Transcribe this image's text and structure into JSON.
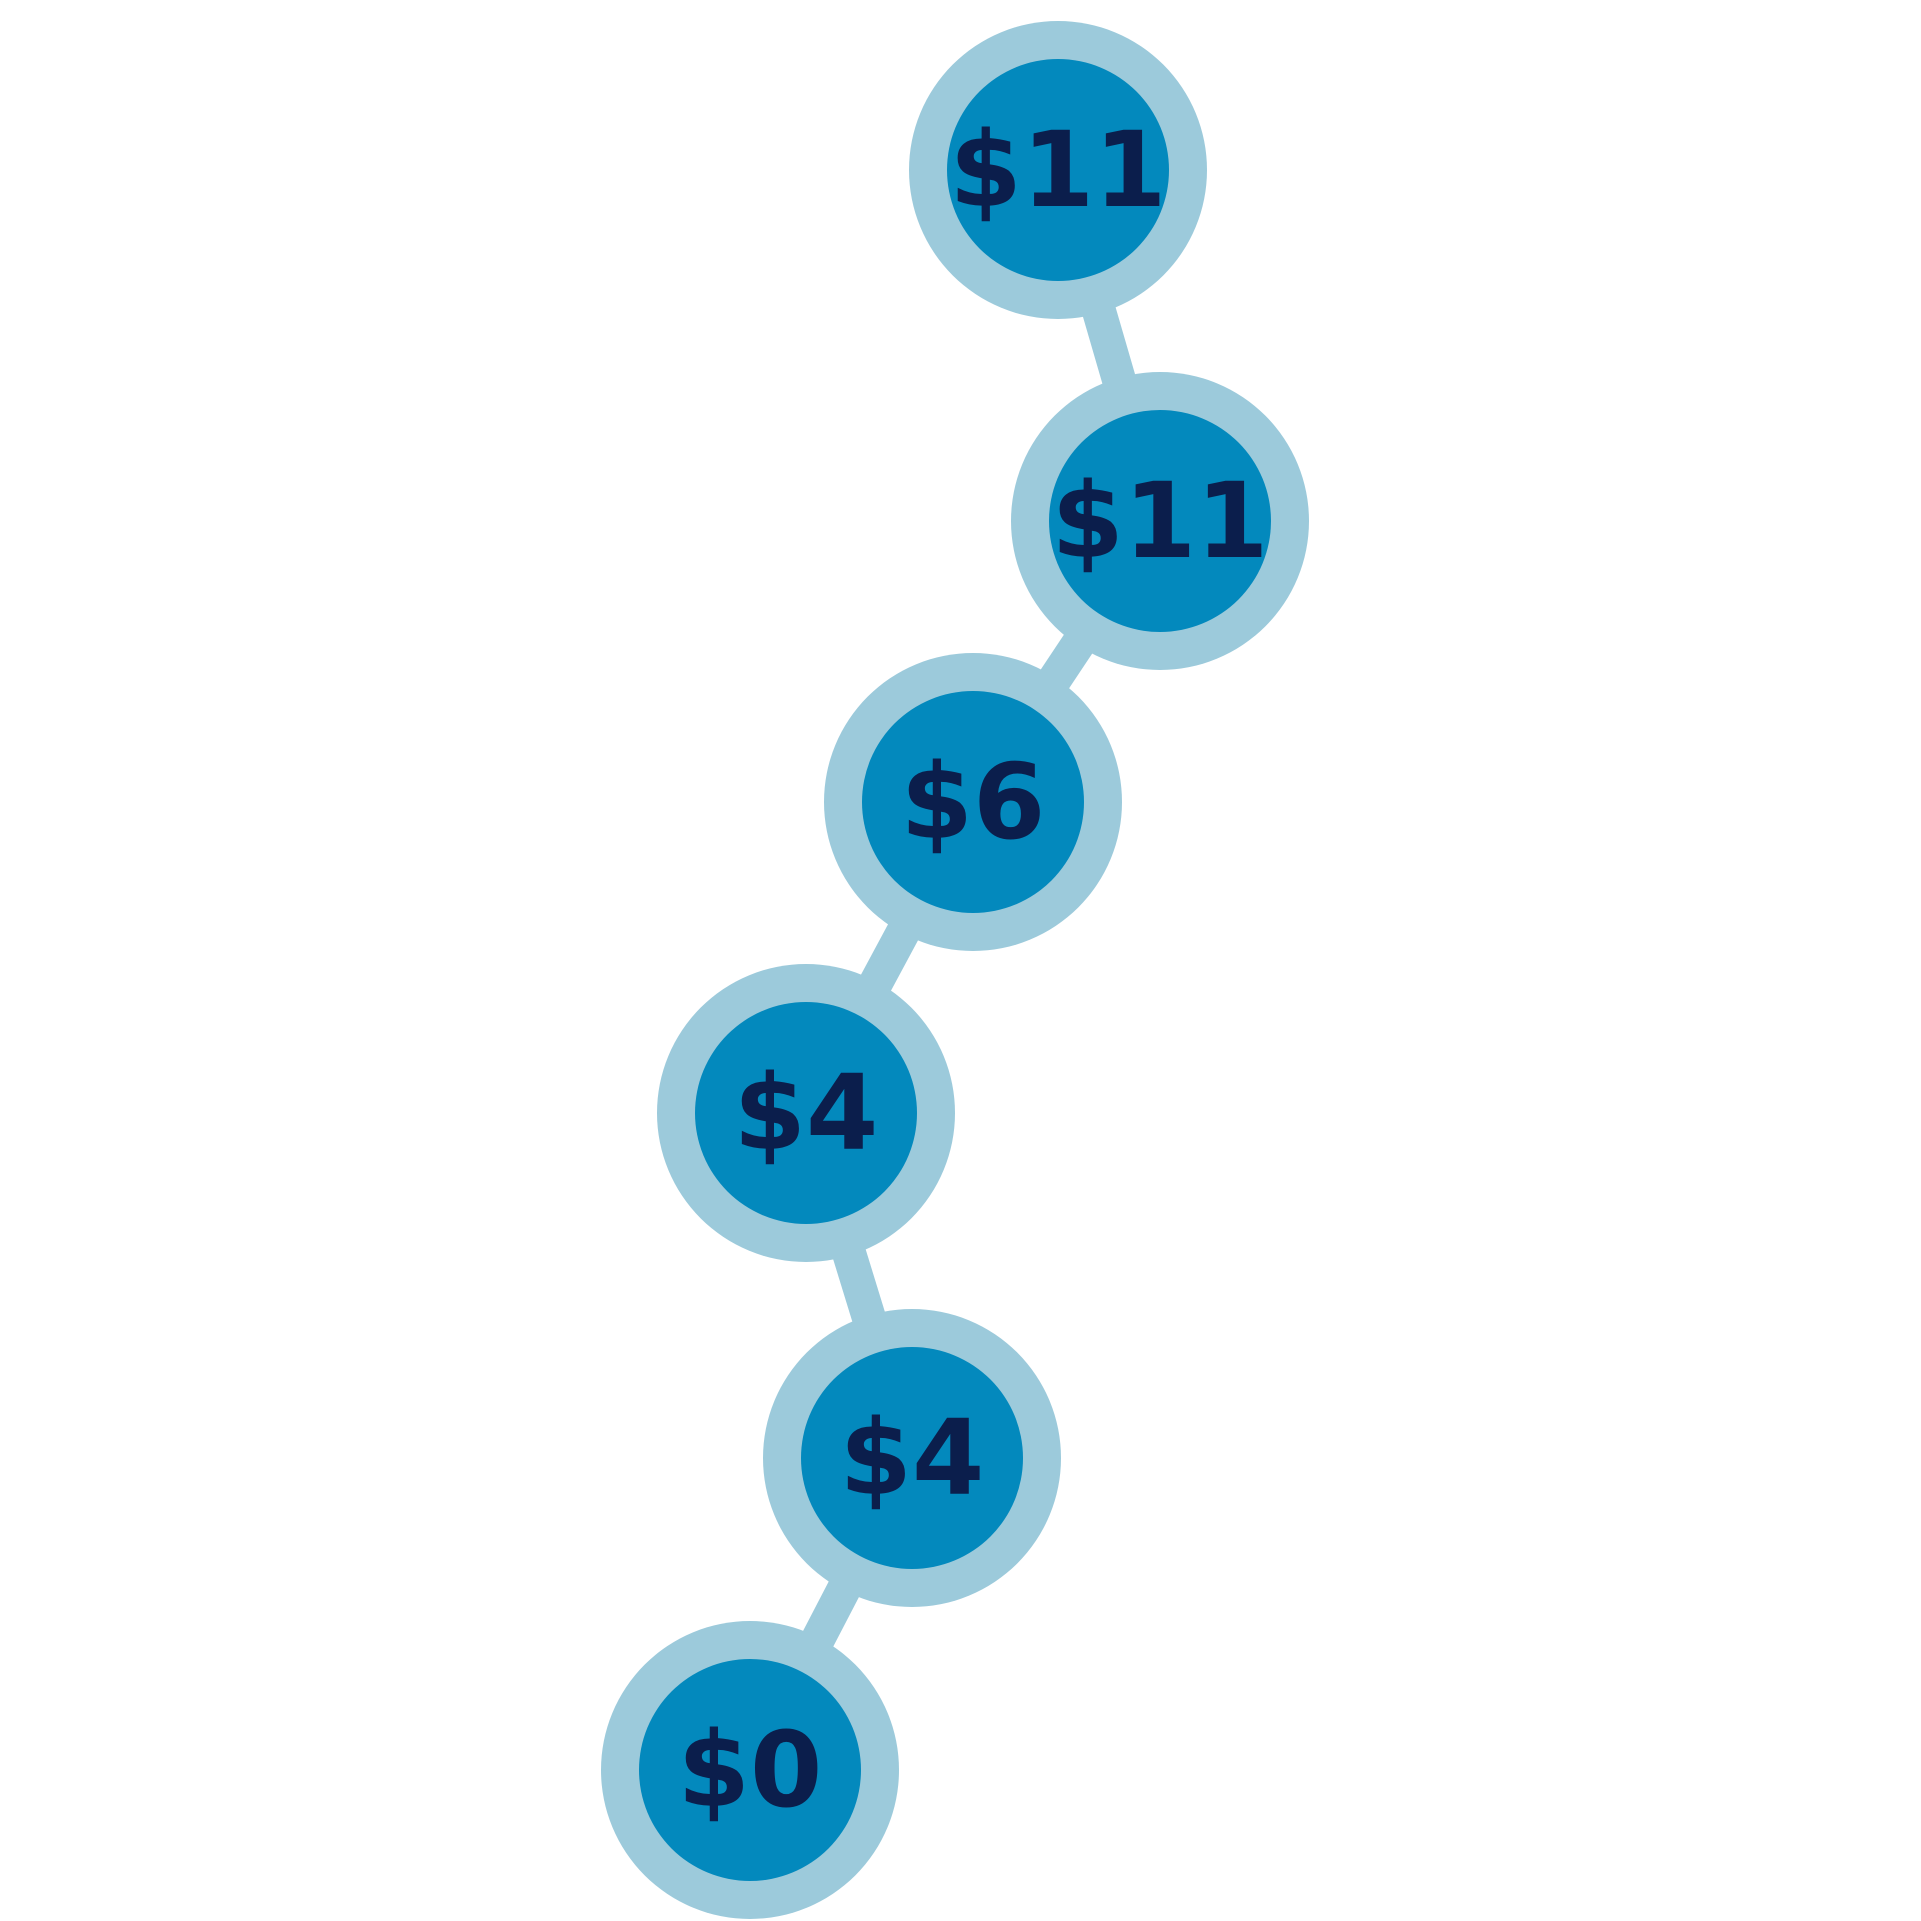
{
  "colors": {
    "outer_ring": "#9ccadb",
    "inner_fill": "#0389bd",
    "label_text": "#0b1e4c",
    "connector": "#9ccadb"
  },
  "nodes": [
    {
      "label": "$11"
    },
    {
      "label": "$11"
    },
    {
      "label": "$6"
    },
    {
      "label": "$4"
    },
    {
      "label": "$4"
    },
    {
      "label": "$0"
    }
  ]
}
